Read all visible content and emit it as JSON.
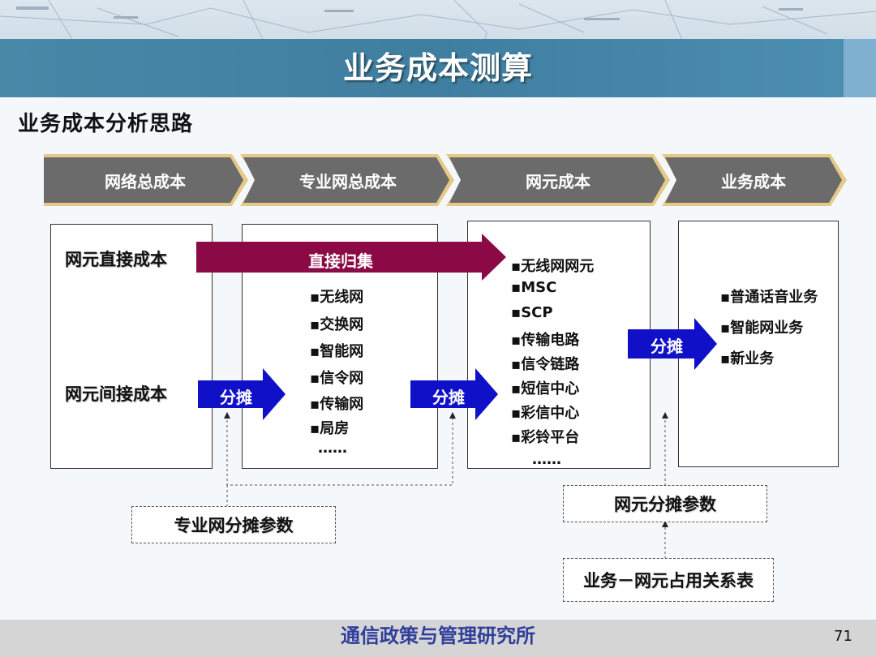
{
  "slide": {
    "title": "业务成本测算",
    "subtitle": "业务成本分析思路",
    "footer": "通信政策与管理研究所",
    "page_number": "71"
  },
  "stages": [
    "网络总成本",
    "专业网总成本",
    "网元成本",
    "业务成本"
  ],
  "cost_labels": {
    "direct": "网元直接成本",
    "indirect": "网元间接成本"
  },
  "arrows": {
    "direct_collect": "直接归集",
    "allocate_1": "分摊",
    "allocate_2": "分摊",
    "allocate_3": "分摊"
  },
  "professional_networks": [
    "▪无线网",
    "▪交换网",
    "▪智能网",
    "▪信令网",
    "▪传输网",
    "▪局房",
    "……"
  ],
  "network_elements": [
    "▪无线网网元",
    "▪MSC",
    "▪SCP",
    "▪传输电路",
    "▪信令链路",
    "▪短信中心",
    "▪彩信中心",
    "▪彩铃平台",
    "……"
  ],
  "services": [
    "▪普通话音业务",
    "▪智能网业务",
    "▪新业务"
  ],
  "parameters": {
    "professional_allocation": "专业网分摊参数",
    "element_allocation": "网元分摊参数",
    "service_element_relation": "业务－网元占用关系表"
  },
  "colors": {
    "chevron": "#6b6b6b",
    "chevron_border": "#e6c987",
    "direct_arrow": "#8b0a45",
    "allocate_arrow": "#1010c8",
    "title_band": "#3f7ea0",
    "footer_text": "#2f3f9a"
  }
}
